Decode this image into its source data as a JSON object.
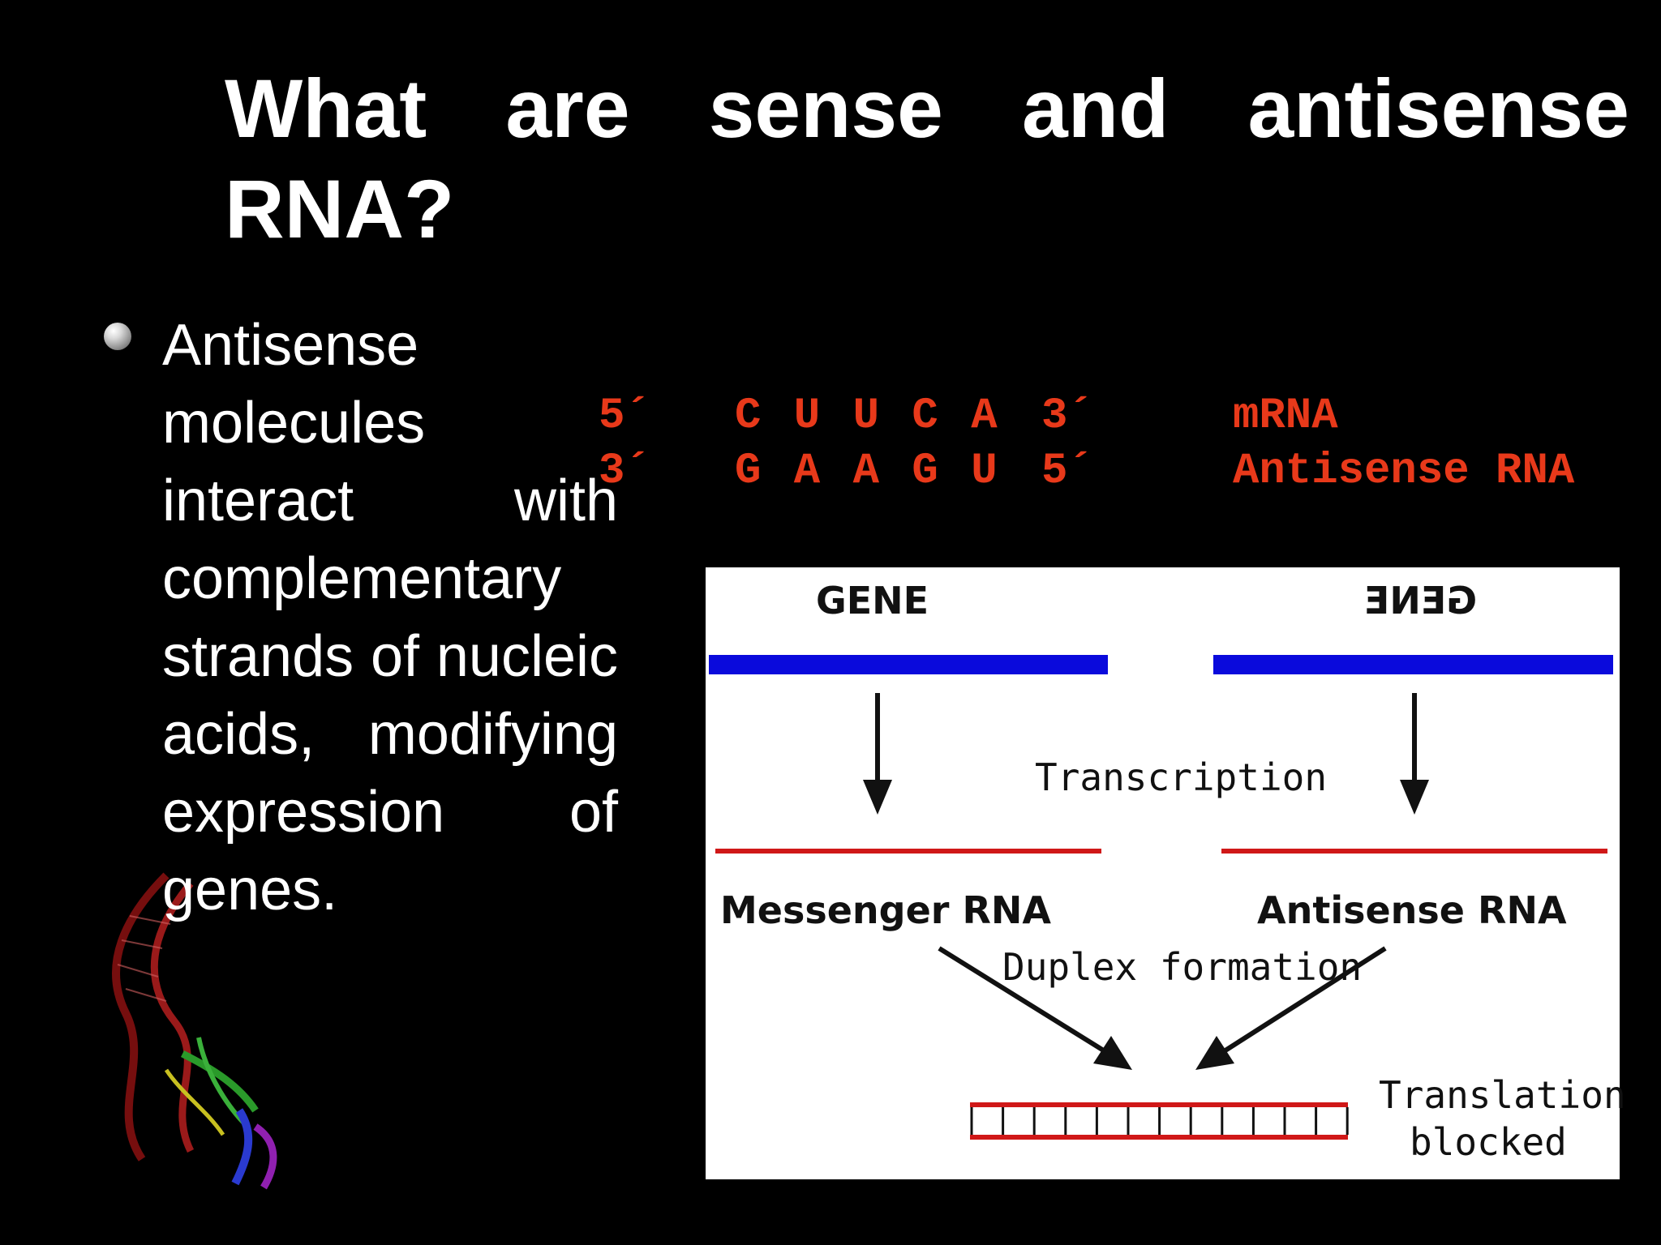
{
  "slide": {
    "title_line1_words": [
      "What",
      "are",
      "sense",
      "and",
      "antisense"
    ],
    "title_line2": "RNA?",
    "bullet_text": "Antisense molecules interact with complementary strands of nucleic acids, modifying expression of genes."
  },
  "sequence": {
    "row1": {
      "end_left": "5´",
      "bases": "C U U C A",
      "end_right": "3´",
      "label": "mRNA"
    },
    "row2": {
      "end_left": "3´",
      "bases": "G A A G U",
      "end_right": "5´",
      "label": "Antisense RNA"
    },
    "color": "#e8391a"
  },
  "diagram": {
    "gene_left": "GENE",
    "gene_right": "GENE",
    "transcription": "Transcription",
    "messenger_rna": "Messenger RNA",
    "antisense_rna": "Antisense RNA",
    "duplex_formation": "Duplex formation",
    "translation_blocked_line1": "Translation",
    "translation_blocked_line2": "blocked",
    "gene_color": "#0a0adc",
    "rna_color": "#d01818"
  },
  "decoration": {
    "icon": "dna-helix-icon"
  }
}
